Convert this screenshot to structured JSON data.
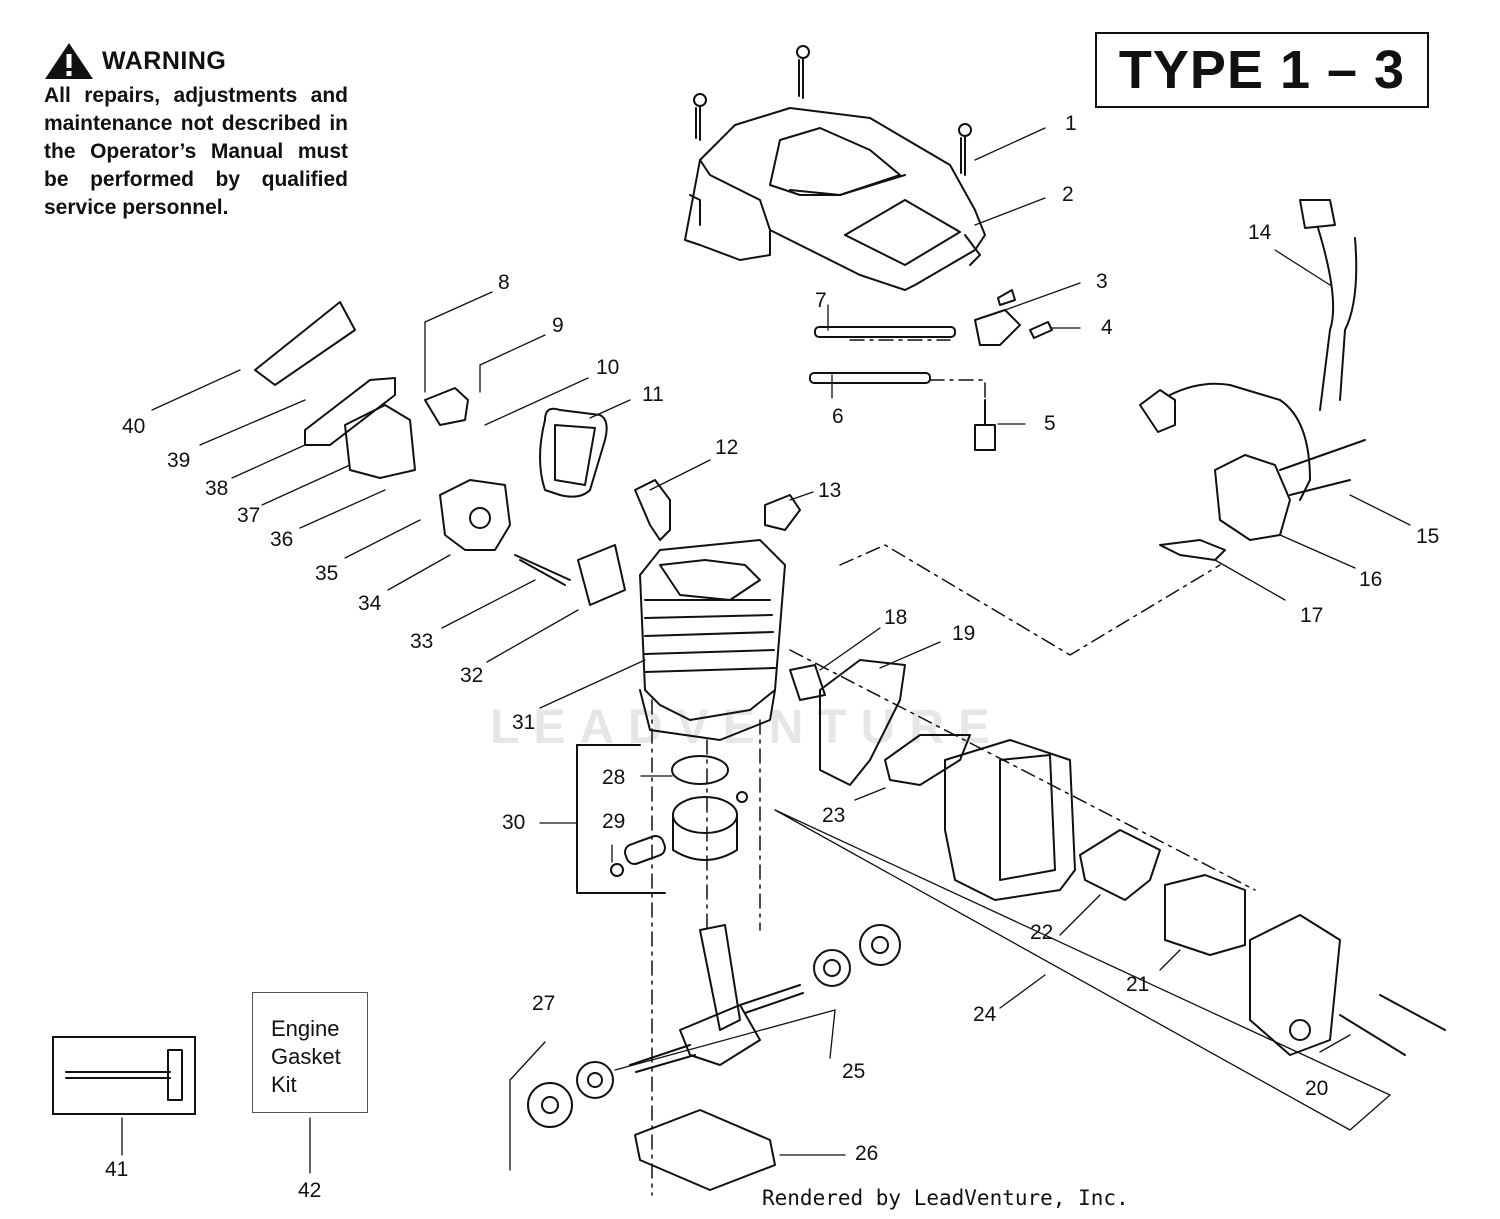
{
  "warning": {
    "title": "WARNING",
    "text": "All repairs, adjustments and maintenance not described in the Operator’s Manual must be performed by qualified service personnel."
  },
  "type_label": "TYPE 1 – 3",
  "kit_label": "Engine\nGasket\nKit",
  "footer": "Rendered by LeadVenture, Inc.",
  "watermark": "LEADVENTURE",
  "callouts": [
    "1",
    "2",
    "3",
    "4",
    "5",
    "6",
    "7",
    "8",
    "9",
    "10",
    "11",
    "12",
    "13",
    "14",
    "15",
    "16",
    "17",
    "18",
    "19",
    "20",
    "21",
    "22",
    "23",
    "24",
    "25",
    "26",
    "27",
    "28",
    "29",
    "30",
    "31",
    "32",
    "33",
    "34",
    "35",
    "36",
    "37",
    "38",
    "39",
    "40",
    "41",
    "42"
  ]
}
